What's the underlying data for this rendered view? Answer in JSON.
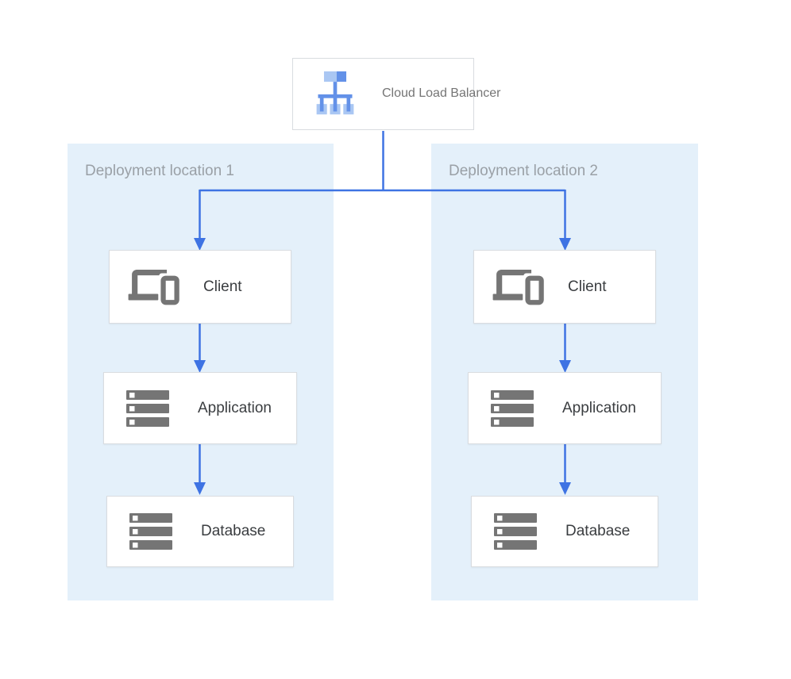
{
  "load_balancer": {
    "label": "Cloud Load Balancer",
    "icon": "cloud-load-balancer-icon"
  },
  "regions": [
    {
      "label": "Deployment location 1",
      "nodes": [
        {
          "label": "Client",
          "icon": "client-devices-icon"
        },
        {
          "label": "Application",
          "icon": "server-stack-icon"
        },
        {
          "label": "Database",
          "icon": "server-stack-icon"
        }
      ]
    },
    {
      "label": "Deployment location 2",
      "nodes": [
        {
          "label": "Client",
          "icon": "client-devices-icon"
        },
        {
          "label": "Application",
          "icon": "server-stack-icon"
        },
        {
          "label": "Database",
          "icon": "server-stack-icon"
        }
      ]
    }
  ],
  "connections": [
    {
      "from": "load-balancer",
      "to": "client-1"
    },
    {
      "from": "load-balancer",
      "to": "client-2"
    },
    {
      "from": "client-1",
      "to": "application-1"
    },
    {
      "from": "application-1",
      "to": "database-1"
    },
    {
      "from": "client-2",
      "to": "application-2"
    },
    {
      "from": "application-2",
      "to": "database-2"
    }
  ],
  "theme": {
    "canvas_bg": "#ffffff",
    "region_bg": "#e4f0fa",
    "region_label_color": "#9aa0a6",
    "node_bg": "#ffffff",
    "node_border": "#d9dce0",
    "node_label_color": "#3a3d40",
    "lb_label_color": "#757575",
    "icon_gray": "#757575",
    "arrow_blue": "#3e73e3",
    "icon_blue": "#6391e8",
    "icon_blue_light": "#aac7f3"
  }
}
